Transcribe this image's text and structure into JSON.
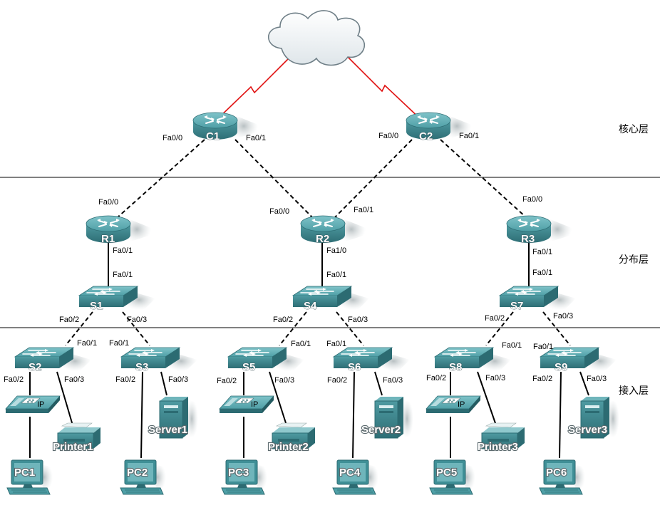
{
  "colors": {
    "wan": "#e01010",
    "cable": "#000000",
    "device": "#3f8f96",
    "device_dark": "#2c6b72",
    "divider": "#000000"
  },
  "layers": {
    "core": "核心层",
    "distribution": "分布层",
    "access": "接入层"
  },
  "cloud": {
    "name": "cloud-icon"
  },
  "routers": [
    {
      "id": "C1",
      "label": "C1"
    },
    {
      "id": "C2",
      "label": "C2"
    },
    {
      "id": "R1",
      "label": "R1"
    },
    {
      "id": "R2",
      "label": "R2"
    },
    {
      "id": "R3",
      "label": "R3"
    }
  ],
  "switches": [
    {
      "id": "S1",
      "label": "S1"
    },
    {
      "id": "S4",
      "label": "S4"
    },
    {
      "id": "S7",
      "label": "S7"
    },
    {
      "id": "S2",
      "label": "S2"
    },
    {
      "id": "S3",
      "label": "S3"
    },
    {
      "id": "S5",
      "label": "S5"
    },
    {
      "id": "S6",
      "label": "S6"
    },
    {
      "id": "S8",
      "label": "S8"
    },
    {
      "id": "S9",
      "label": "S9"
    }
  ],
  "phones": [
    {
      "id": "phone1",
      "label": "IP"
    },
    {
      "id": "phone2",
      "label": "IP"
    },
    {
      "id": "phone3",
      "label": "IP"
    }
  ],
  "printers": [
    {
      "id": "printer1",
      "label": "Printer1"
    },
    {
      "id": "printer2",
      "label": "Printer2"
    },
    {
      "id": "printer3",
      "label": "Printer3"
    }
  ],
  "servers": [
    {
      "id": "server1",
      "label": "Server1"
    },
    {
      "id": "server2",
      "label": "Server2"
    },
    {
      "id": "server3",
      "label": "Server3"
    }
  ],
  "pcs": [
    {
      "id": "pc1",
      "label": "PC1"
    },
    {
      "id": "pc2",
      "label": "PC2"
    },
    {
      "id": "pc3",
      "label": "PC3"
    },
    {
      "id": "pc4",
      "label": "PC4"
    },
    {
      "id": "pc5",
      "label": "PC5"
    },
    {
      "id": "pc6",
      "label": "PC6"
    }
  ],
  "links": [
    {
      "from": "C1",
      "to": "cloud",
      "kind": "wan"
    },
    {
      "from": "C2",
      "to": "cloud",
      "kind": "wan"
    },
    {
      "from": "C1",
      "to": "R1",
      "kind": "dashed"
    },
    {
      "from": "C1",
      "to": "R2",
      "kind": "dashed"
    },
    {
      "from": "C2",
      "to": "R2",
      "kind": "dashed"
    },
    {
      "from": "C2",
      "to": "R3",
      "kind": "dashed"
    },
    {
      "from": "R1",
      "to": "S1",
      "kind": "solid"
    },
    {
      "from": "R2",
      "to": "S4",
      "kind": "solid"
    },
    {
      "from": "R3",
      "to": "S7",
      "kind": "solid"
    },
    {
      "from": "S1",
      "to": "S2",
      "kind": "dashed"
    },
    {
      "from": "S1",
      "to": "S3",
      "kind": "dashed"
    },
    {
      "from": "S4",
      "to": "S5",
      "kind": "dashed"
    },
    {
      "from": "S4",
      "to": "S6",
      "kind": "dashed"
    },
    {
      "from": "S7",
      "to": "S8",
      "kind": "dashed"
    },
    {
      "from": "S7",
      "to": "S9",
      "kind": "dashed"
    },
    {
      "from": "S2",
      "to": "phone1",
      "kind": "solid"
    },
    {
      "from": "S2",
      "to": "printer1",
      "kind": "solid"
    },
    {
      "from": "phone1",
      "to": "pc1",
      "kind": "solid"
    },
    {
      "from": "S3",
      "to": "pc2",
      "kind": "solid"
    },
    {
      "from": "S3",
      "to": "server1",
      "kind": "solid"
    },
    {
      "from": "S5",
      "to": "phone2",
      "kind": "solid"
    },
    {
      "from": "S5",
      "to": "printer2",
      "kind": "solid"
    },
    {
      "from": "phone2",
      "to": "pc3",
      "kind": "solid"
    },
    {
      "from": "S6",
      "to": "pc4",
      "kind": "solid"
    },
    {
      "from": "S6",
      "to": "server2",
      "kind": "solid"
    },
    {
      "from": "S8",
      "to": "phone3",
      "kind": "solid"
    },
    {
      "from": "S8",
      "to": "printer3",
      "kind": "solid"
    },
    {
      "from": "phone3",
      "to": "pc5",
      "kind": "solid"
    },
    {
      "from": "S9",
      "to": "pc6",
      "kind": "solid"
    },
    {
      "from": "S9",
      "to": "server3",
      "kind": "solid"
    }
  ],
  "ports": {
    "c1_left": "Fa0/0",
    "c1_right": "Fa0/1",
    "c2_left": "Fa0/0",
    "c2_right": "Fa0/1",
    "r1_up": "Fa0/0",
    "r1_down": "Fa0/1",
    "r2_left": "Fa0/0",
    "r2_right": "Fa0/1",
    "r2_down": "Fa1/0",
    "r3_up": "Fa0/0",
    "r3_down": "Fa0/1",
    "s1_up": "Fa0/1",
    "s1_left": "Fa0/2",
    "s1_right": "Fa0/3",
    "s4_up": "Fa0/1",
    "s4_left": "Fa0/2",
    "s4_right": "Fa0/3",
    "s7_up": "Fa0/1",
    "s7_left": "Fa0/2",
    "s7_right": "Fa0/3",
    "s2_up": "Fa0/1",
    "s2_left": "Fa0/2",
    "s2_right": "Fa0/3",
    "s3_up": "Fa0/1",
    "s3_left": "Fa0/2",
    "s3_right": "Fa0/3",
    "s5_up": "Fa0/1",
    "s5_left": "Fa0/2",
    "s5_right": "Fa0/3",
    "s6_up": "Fa0/1",
    "s6_left": "Fa0/2",
    "s6_right": "Fa0/3",
    "s8_up": "Fa0/1",
    "s8_left": "Fa0/2",
    "s8_right": "Fa0/3",
    "s9_up": "Fa0/1",
    "s9_left": "Fa0/2",
    "s9_right": "Fa0/3"
  }
}
